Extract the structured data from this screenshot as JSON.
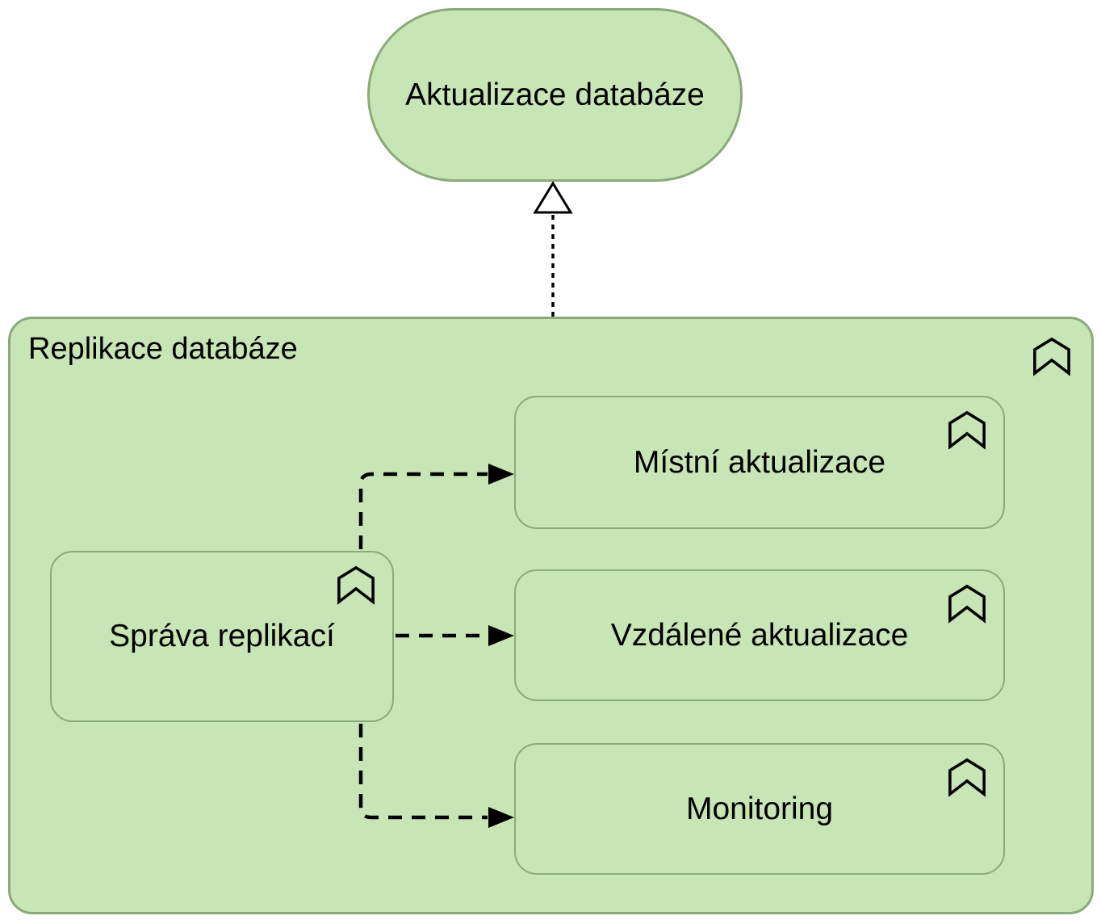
{
  "diagram": {
    "type": "archimate-business-function-diagram",
    "colors": {
      "node_fill": "#c8e5b5",
      "node_border": "#8aaa79",
      "connector": "#000000"
    },
    "service": {
      "label": "Aktualizace databáze"
    },
    "container": {
      "label": "Replikace databáze"
    },
    "functions": {
      "sprava": {
        "label": "Správa replikací"
      },
      "mistni": {
        "label": "Místní aktualizace"
      },
      "vzdalene": {
        "label": "Vzdálené aktualizace"
      },
      "monitoring": {
        "label": "Monitoring"
      }
    },
    "relations": [
      {
        "type": "realization",
        "from": "Replikace databáze",
        "to": "Aktualizace databáze"
      },
      {
        "type": "flow",
        "from": "Správa replikací",
        "to": "Místní aktualizace"
      },
      {
        "type": "flow",
        "from": "Správa replikací",
        "to": "Vzdálené aktualizace"
      },
      {
        "type": "flow",
        "from": "Správa replikací",
        "to": "Monitoring"
      }
    ]
  }
}
